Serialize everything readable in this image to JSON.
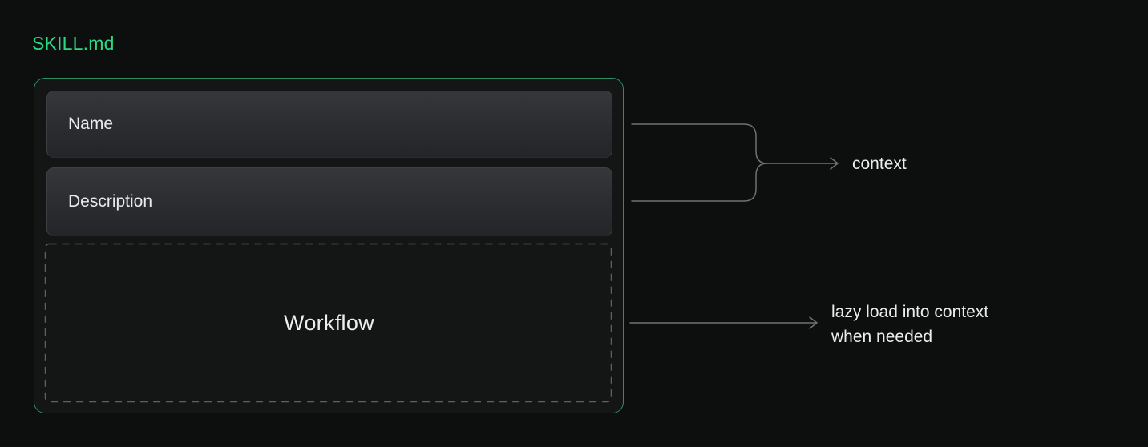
{
  "title": "SKILL.md",
  "colors": {
    "background": "#0d0f0e",
    "accent_green": "#2bd983",
    "card_border_green": "#2e8e62",
    "connector_gray": "#6f7174",
    "dashed_gray": "#5d6063",
    "label_text": "#e9eaec"
  },
  "skill_card": {
    "fields": [
      {
        "label": "Name"
      },
      {
        "label": "Description"
      }
    ],
    "workflow": {
      "label": "Workflow"
    }
  },
  "annotations": {
    "context": {
      "label": "context"
    },
    "lazy_load": {
      "label": "lazy load into context\nwhen needed"
    }
  }
}
